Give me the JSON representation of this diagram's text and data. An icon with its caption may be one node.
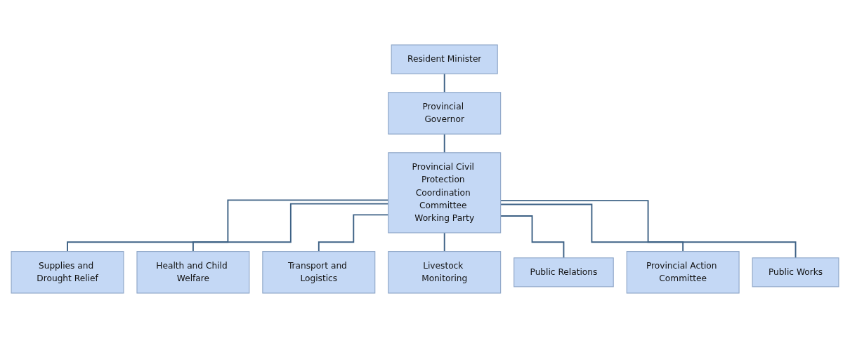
{
  "diagram": {
    "nodes": [
      {
        "text": [
          "Resident Minister"
        ]
      },
      {
        "text": [
          "Provincial Governor"
        ]
      },
      {
        "text": [
          "Provincial Civil Protection Coordination Committee Working Party"
        ]
      },
      {
        "text": [
          "Supplies and Drought Relief"
        ]
      },
      {
        "text": [
          "Health and Child Welfare"
        ]
      },
      {
        "text": [
          "Transport and Logistics"
        ]
      },
      {
        "text": [
          "Livestock Monitoring"
        ]
      },
      {
        "text": [
          "Public Relations"
        ]
      },
      {
        "text": [
          "Provincial Action Committee"
        ]
      },
      {
        "text": [
          "Public Works"
        ]
      }
    ],
    "edges": [
      {
        "from": 0,
        "to": 1,
        "arrow": "none"
      },
      {
        "from": 1,
        "to": 2,
        "arrow": "none"
      },
      {
        "from": 2,
        "to": 3,
        "arrow": "none"
      },
      {
        "from": 2,
        "to": 4,
        "arrow": "none"
      },
      {
        "from": 2,
        "to": 5,
        "arrow": "none"
      },
      {
        "from": 2,
        "to": 6,
        "arrow": "none"
      },
      {
        "from": 2,
        "to": 7,
        "arrow": "none"
      },
      {
        "from": 2,
        "to": 8,
        "arrow": "none"
      },
      {
        "from": 2,
        "to": 9,
        "arrow": "none"
      }
    ]
  }
}
